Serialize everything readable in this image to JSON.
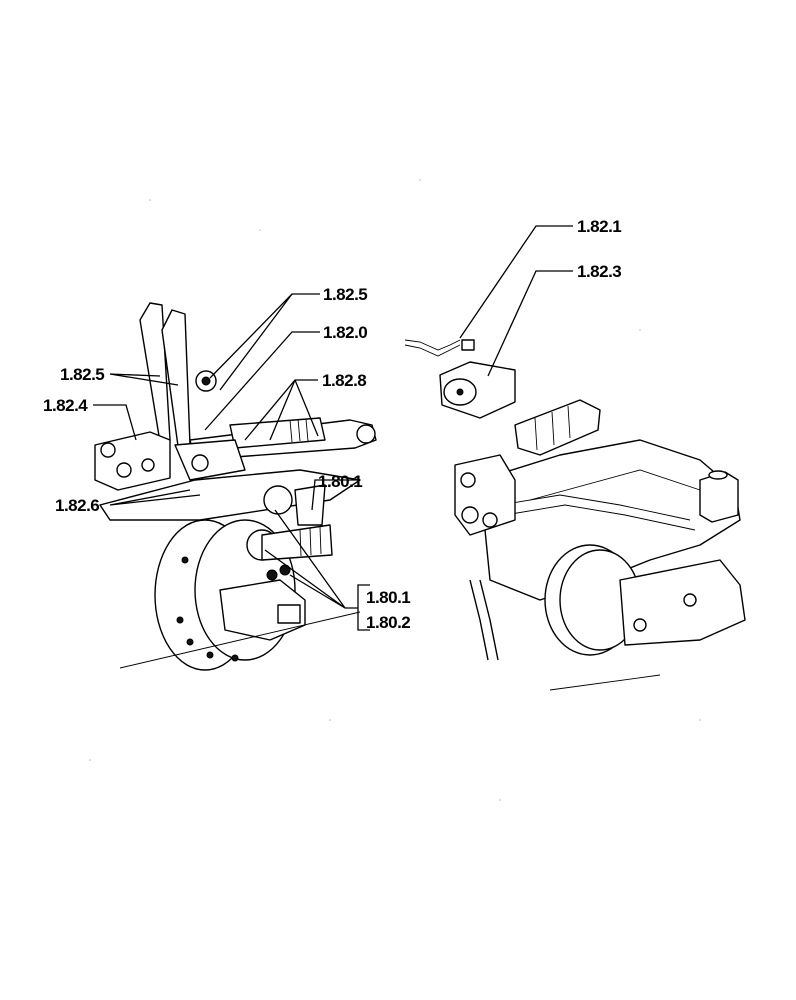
{
  "callouts": {
    "c1825_top": "1.82.5",
    "c1820": "1.82.0",
    "c1828": "1.82.8",
    "c1825_left": "1.82.5",
    "c1824": "1.82.4",
    "c1826": "1.82.6",
    "c1801_top": "1.80.1",
    "c1801_bottom": "1.80.1",
    "c1802": "1.80.2",
    "c1821": "1.82.1",
    "c1823": "1.82.3"
  }
}
